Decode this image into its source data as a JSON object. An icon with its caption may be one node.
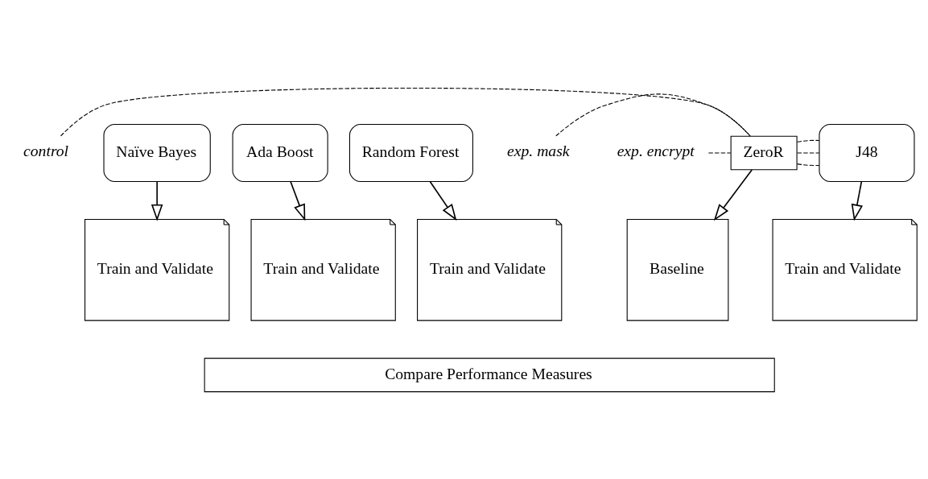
{
  "diagram": {
    "nodes": [
      {
        "text": [
          "control"
        ]
      },
      {
        "text": [
          "exp. mask"
        ]
      },
      {
        "text": [
          "exp. encrypt"
        ]
      },
      {
        "text": [
          "ZeroR"
        ]
      },
      {
        "text": [
          "J48"
        ]
      },
      {
        "text": [
          "Naïve Bayes"
        ]
      },
      {
        "text": [
          "Ada Boost"
        ]
      },
      {
        "text": [
          "Random Forest"
        ]
      },
      {
        "text": [
          "Baseline"
        ]
      },
      {
        "text": [
          "Train and Validate"
        ]
      },
      {
        "text": [
          "Train and Validate"
        ]
      },
      {
        "text": [
          "Train and Validate"
        ]
      },
      {
        "text": [
          "Train and Validate"
        ]
      },
      {
        "text": [
          "Compare Performance Measures"
        ]
      }
    ],
    "edges": [
      {
        "from": 0,
        "to": 3,
        "arrow": "none",
        "style": "dashed"
      },
      {
        "from": 1,
        "to": 3,
        "arrow": "none",
        "style": "dashed"
      },
      {
        "from": 2,
        "to": 3,
        "arrow": "none",
        "style": "dashed"
      },
      {
        "from": 3,
        "to": 4,
        "arrow": "none",
        "style": "dashed"
      },
      {
        "from": 3,
        "to": 4,
        "arrow": "none",
        "style": "dashed"
      },
      {
        "from": 3,
        "to": 4,
        "arrow": "none",
        "style": "dashed"
      },
      {
        "from": 3,
        "to": 8,
        "arrow": "to"
      },
      {
        "from": 4,
        "to": 9,
        "arrow": "to"
      },
      {
        "from": 5,
        "to": 10,
        "arrow": "to"
      },
      {
        "from": 6,
        "to": 11,
        "arrow": "to"
      },
      {
        "from": 7,
        "to": 12,
        "arrow": "to"
      }
    ]
  }
}
